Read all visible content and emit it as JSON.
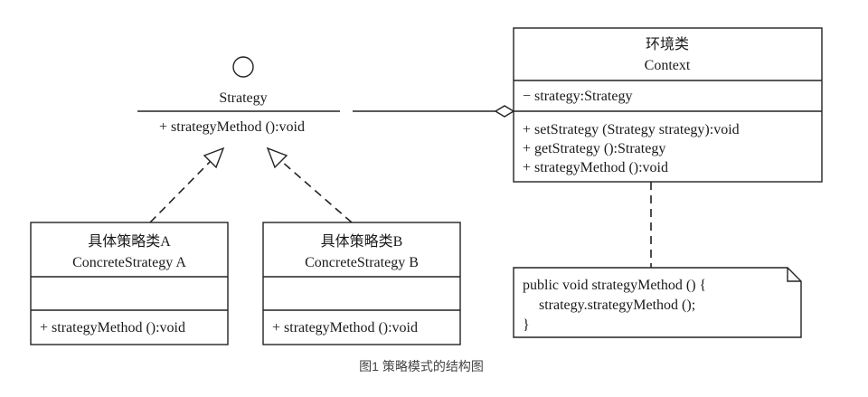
{
  "strategy": {
    "name": "Strategy",
    "method": "+ strategyMethod ():void"
  },
  "context": {
    "title_cn": "环境类",
    "title_en": "Context",
    "attribute": "− strategy:Strategy",
    "methods": [
      "+ setStrategy (Strategy strategy):void",
      "+ getStrategy ():Strategy",
      "+ strategyMethod ():void"
    ]
  },
  "concrete_a": {
    "title_cn": "具体策略类A",
    "title_en": "ConcreteStrategy  A",
    "method": "+ strategyMethod ():void"
  },
  "concrete_b": {
    "title_cn": "具体策略类B",
    "title_en": "ConcreteStrategy  B",
    "method": "+ strategyMethod ():void"
  },
  "note": {
    "lines": [
      "public void strategyMethod () {",
      "strategy.strategyMethod ();",
      "}"
    ]
  },
  "caption": "图1 策略模式的结构图"
}
